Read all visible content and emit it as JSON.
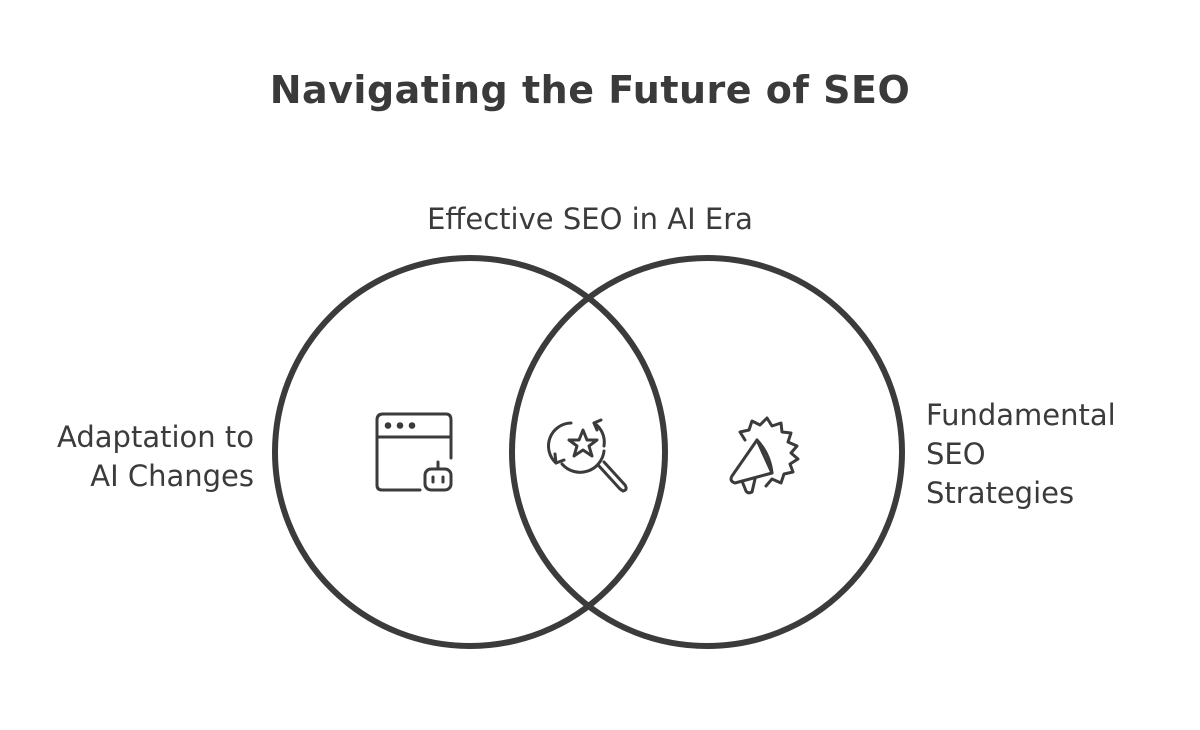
{
  "title": "Navigating the Future of SEO",
  "venn": {
    "left": {
      "lines": [
        "Adaptation to",
        "AI Changes"
      ],
      "icon": "browser-robot-icon"
    },
    "right": {
      "lines": [
        "Fundamental",
        "SEO",
        "Strategies"
      ],
      "icon": "megaphone-badge-icon"
    },
    "overlap": {
      "label": "Effective SEO in AI Era",
      "icon": "search-star-refresh-icon"
    }
  },
  "colors": {
    "ink": "#3b3b3b",
    "background": "#ffffff"
  }
}
